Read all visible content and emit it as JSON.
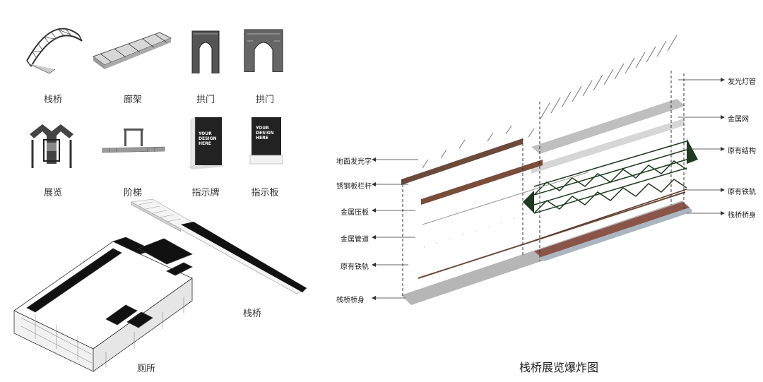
{
  "icons": [
    {
      "key": "trestle",
      "label": "栈桥"
    },
    {
      "key": "corridor",
      "label": "廊架"
    },
    {
      "key": "arch1",
      "label": "拱门"
    },
    {
      "key": "arch2",
      "label": "拱门"
    },
    {
      "key": "exhibit",
      "label": "展览"
    },
    {
      "key": "stairs",
      "label": "阶梯"
    },
    {
      "key": "sign-stand",
      "label": "指示牌"
    },
    {
      "key": "sign-board",
      "label": "指示板"
    }
  ],
  "signs": {
    "line1": "YOUR",
    "line2": "DESIGN",
    "line3": "HERE"
  },
  "axon": {
    "bridge_label": "栈桥",
    "toilet_label": "厕所"
  },
  "exploded": {
    "title": "栈桥展览爆炸图",
    "left_callouts": [
      "地面发光字",
      "锈钢板栏杆",
      "金属压板",
      "金属管道",
      "原有铁轨",
      "栈桥桥身"
    ],
    "right_callouts": [
      "发光灯管",
      "金属网",
      "原有结构",
      "原有铁轨",
      "栈桥桥身"
    ]
  }
}
